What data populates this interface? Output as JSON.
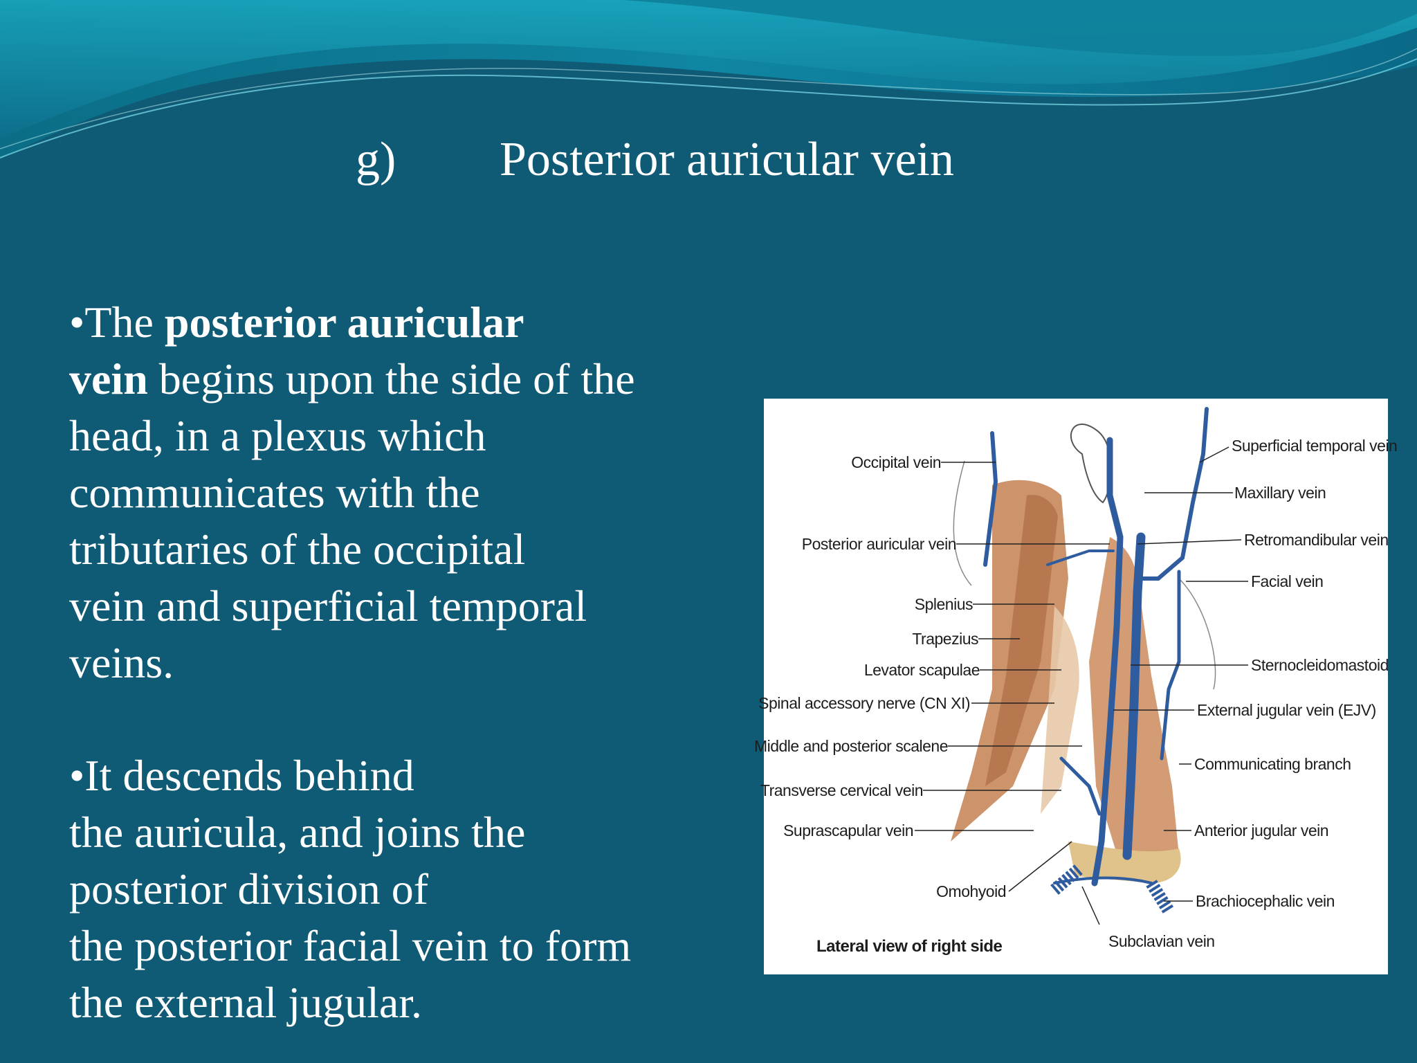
{
  "slide": {
    "title_number": "g)",
    "title_text": "Posterior auricular vein",
    "bullet1": {
      "marker": "•",
      "pre": "The ",
      "bold1": "posterior auricular",
      "bold2": "vein",
      "line2": " begins upon the side of the",
      "line3": "head, in a plexus which",
      "line4": "communicates with the",
      "line5": "tributaries of the occipital",
      "line6": "vein and superficial temporal",
      "line7": "veins."
    },
    "bullet2": {
      "marker": "•",
      "line1": "It descends behind",
      "line2": "the auricula, and joins the",
      "line3": "posterior division of",
      "line4": "the posterior facial vein to form",
      "line5": "the external jugular."
    }
  },
  "figure": {
    "labels_left": {
      "occipital_vein": "Occipital vein",
      "posterior_auricular_vein": "Posterior auricular vein",
      "splenius": "Splenius",
      "trapezius": "Trapezius",
      "levator_scapulae": "Levator scapulae",
      "spinal_accessory_nerve": "Spinal accessory nerve (CN XI)",
      "middle_posterior_scalene": "Middle and posterior scalene",
      "transverse_cervical_vein": "Transverse cervical vein",
      "suprascapular_vein": "Suprascapular vein",
      "omohyoid": "Omohyoid"
    },
    "labels_right": {
      "superficial_temporal_vein": "Superficial temporal vein",
      "maxillary_vein": "Maxillary vein",
      "retromandibular_vein": "Retromandibular vein",
      "facial_vein": "Facial vein",
      "sternocleidomastoid": "Sternocleidomastoid",
      "external_jugular_vein": "External jugular vein (EJV)",
      "communicating_branch": "Communicating branch",
      "anterior_jugular_vein": "Anterior jugular vein",
      "brachiocephalic_vein": "Brachiocephalic vein",
      "subclavian_vein": "Subclavian vein"
    },
    "caption": "Lateral view of right side",
    "colors": {
      "vein": "#2f5c9e",
      "muscle": "#c98a5e",
      "muscle_shadow": "#a8663c",
      "background": "#0f5a74"
    }
  }
}
